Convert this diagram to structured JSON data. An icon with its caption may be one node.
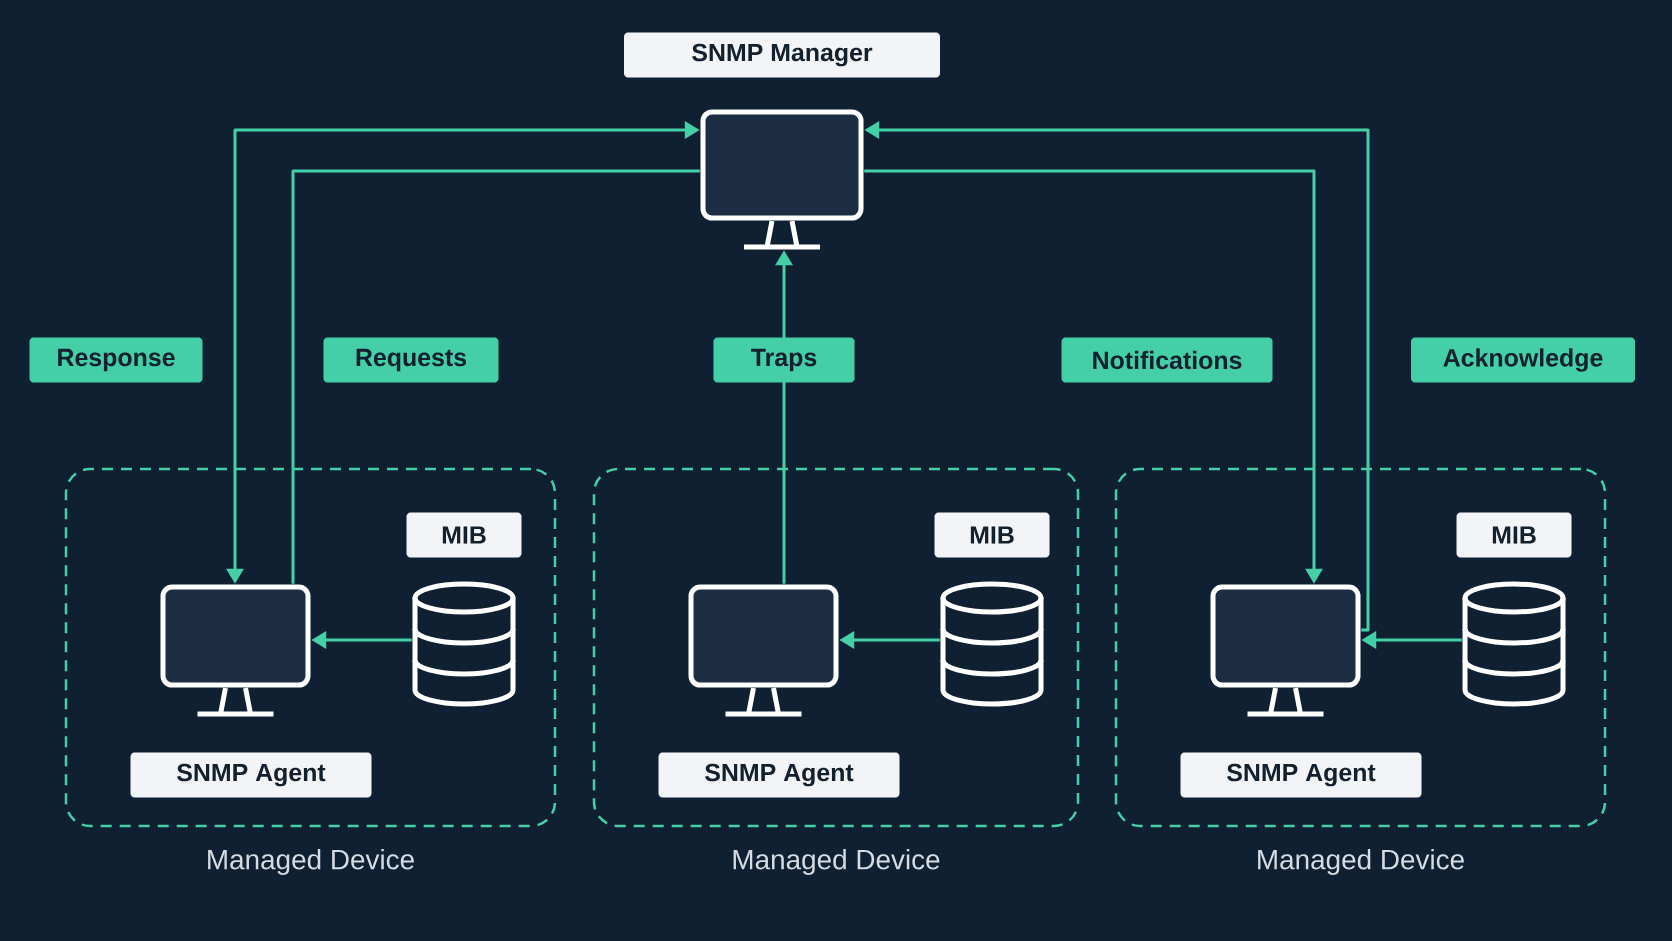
{
  "diagram": {
    "nodes": [
      {
        "text": [],
        "shape": "monitor",
        "beside": [
          "SNMP Manager"
        ]
      },
      {
        "text": [
          "Managed Device"
        ]
      },
      {
        "text": [],
        "shape": "monitor",
        "in": 1,
        "beside": [
          "SNMP Agent"
        ]
      },
      {
        "text": [],
        "shape": "cylinder",
        "in": 1,
        "beside": [
          "MIB"
        ]
      },
      {
        "text": [
          "Managed Device"
        ]
      },
      {
        "text": [],
        "shape": "monitor",
        "in": 4,
        "beside": [
          "SNMP Agent"
        ]
      },
      {
        "text": [],
        "shape": "cylinder",
        "in": 4,
        "beside": [
          "MIB"
        ]
      },
      {
        "text": [
          "Managed Device"
        ]
      },
      {
        "text": [],
        "shape": "monitor",
        "in": 7,
        "beside": [
          "SNMP Agent"
        ]
      },
      {
        "text": [],
        "shape": "cylinder",
        "in": 7,
        "beside": [
          "MIB"
        ]
      }
    ],
    "edges": [
      {
        "from": 2,
        "to": 0,
        "arrow": "both",
        "label": "Response"
      },
      {
        "from": 0,
        "to": 2,
        "arrow": "none",
        "label": "Requests"
      },
      {
        "from": 5,
        "to": 0,
        "arrow": "to",
        "label": "Traps"
      },
      {
        "from": 0,
        "to": 8,
        "arrow": "to",
        "label": "Notifications"
      },
      {
        "from": 8,
        "to": 0,
        "arrow": "to",
        "label": "Acknowledge"
      },
      {
        "from": 3,
        "to": 2,
        "arrow": "to"
      },
      {
        "from": 6,
        "to": 5,
        "arrow": "to"
      },
      {
        "from": 9,
        "to": 8,
        "arrow": "to"
      }
    ]
  }
}
